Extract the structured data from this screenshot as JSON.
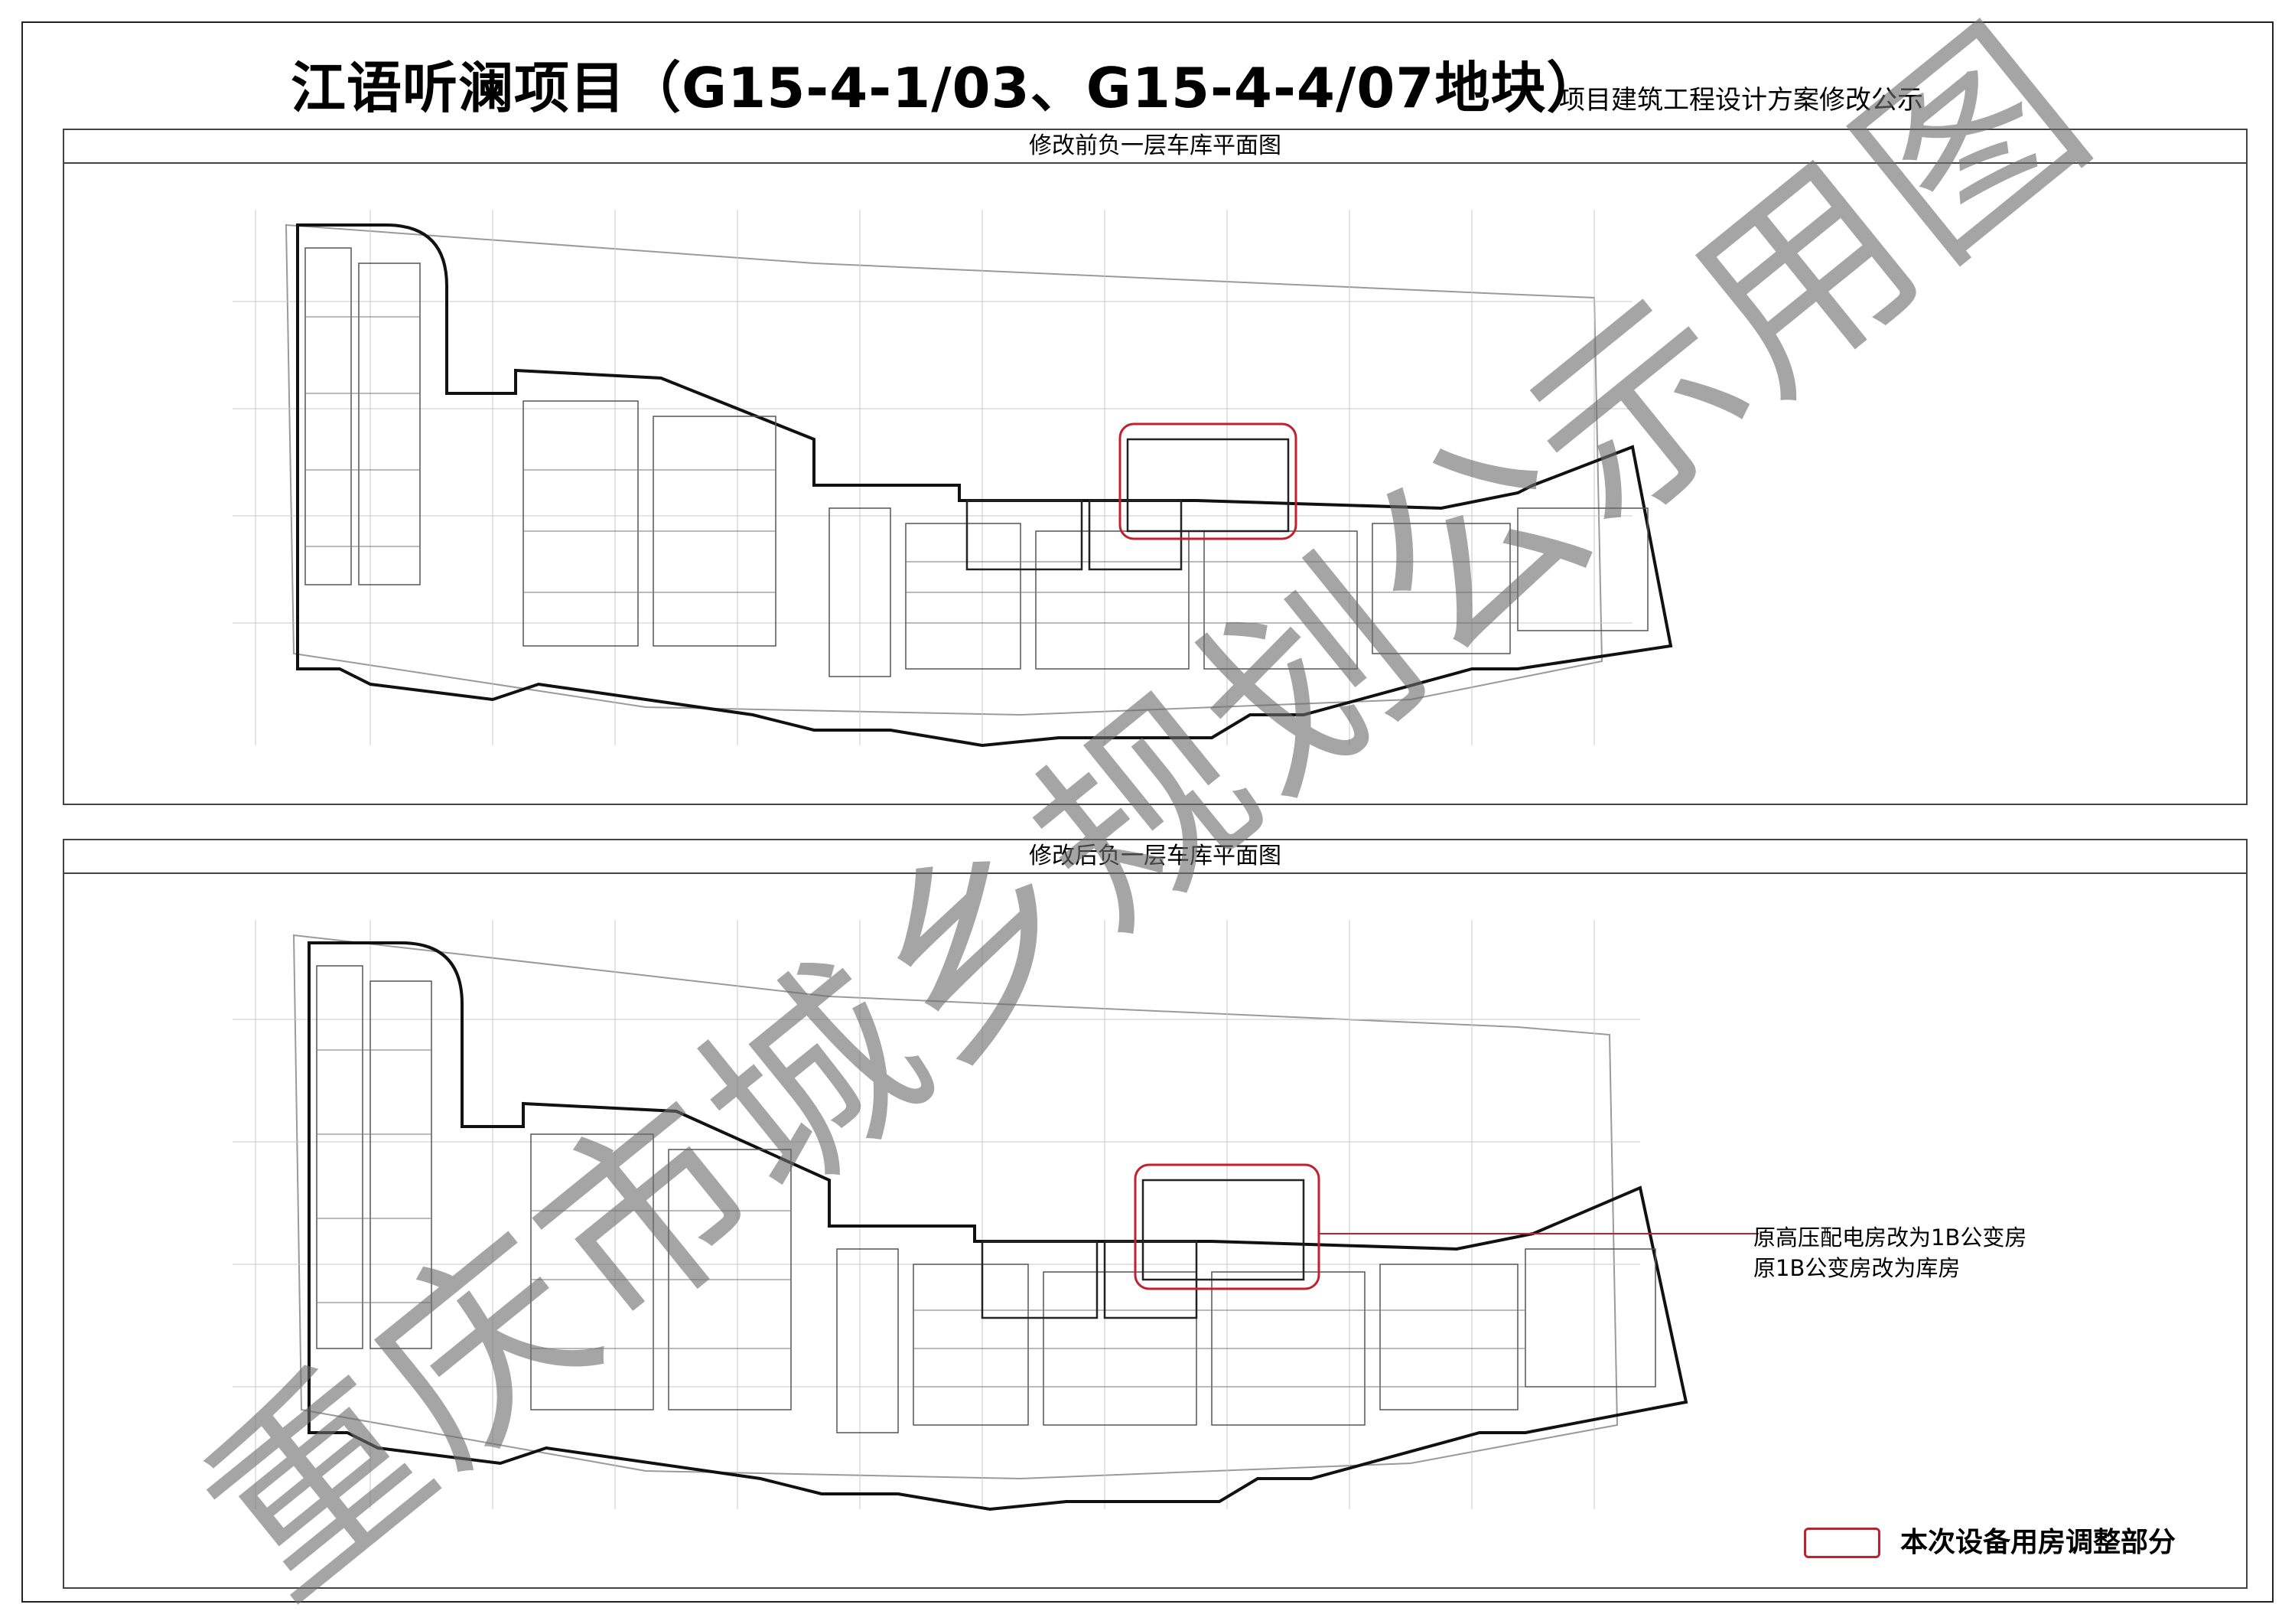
{
  "header": {
    "title": "江语听澜项目（G15-4-1/03、G15-4-4/07地块）",
    "subtitle": "项目建筑工程设计方案修改公示"
  },
  "panels": {
    "before": {
      "title": "修改前负一层车库平面图"
    },
    "after": {
      "title": "修改后负一层车库平面图"
    }
  },
  "annotation": {
    "lines": [
      "原高压配电房改为1B公变房",
      "原1B公变房改为库房"
    ]
  },
  "legend": {
    "label": "本次设备用房调整部分",
    "color": "#c0212e"
  },
  "watermark": {
    "text": "重庆市城乡规划公示用图"
  },
  "colors": {
    "highlight": "#c0212e",
    "linework": "#222222",
    "watermark": "#6e6e6e"
  }
}
